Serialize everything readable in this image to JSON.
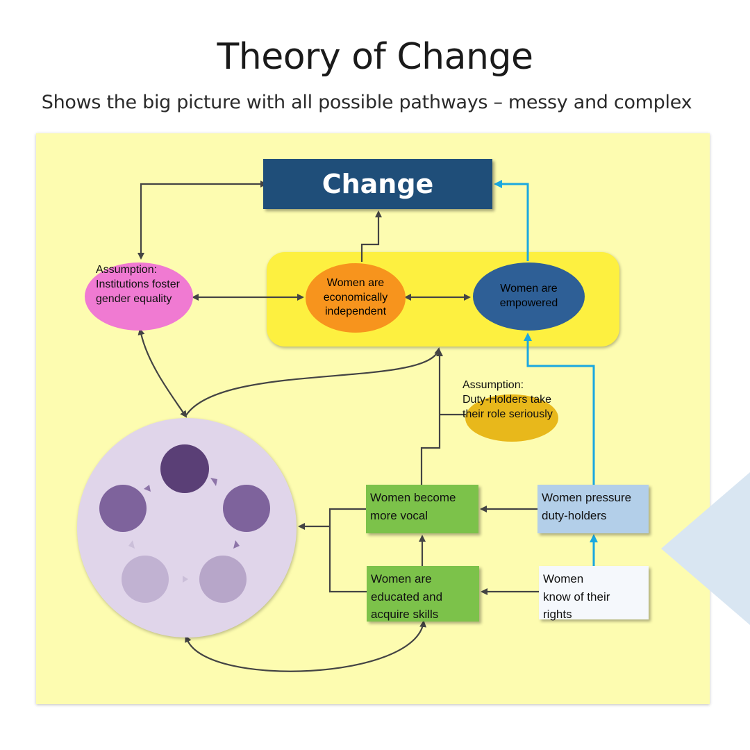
{
  "title": "Theory of Change",
  "subtitle": "Shows the big picture with all possible pathways – messy and complex",
  "nodes": {
    "change": "Change",
    "assumption_institutions": [
      "Assumption:",
      "Institutions foster",
      "gender equality"
    ],
    "economically_independent": [
      "Women are",
      "economically",
      "independent"
    ],
    "empowered": [
      "Women are",
      "empowered"
    ],
    "assumption_duty": [
      "Assumption:",
      "Duty-Holders take",
      "their role seriously"
    ],
    "become_vocal": [
      "Women become",
      "more vocal"
    ],
    "educated": [
      "Women are",
      "educated and",
      "acquire skills"
    ],
    "pressure": [
      "Women pressure",
      "duty-holders"
    ],
    "rights": [
      "Women",
      "know of their",
      "rights"
    ]
  },
  "colors": {
    "board": "#fdfcb0",
    "change_box": "#1f4e79",
    "yellow_panel": "#fdf040",
    "assumption_pink": "#f07ad2",
    "orange": "#f7941d",
    "blue_dark": "#2e5f96",
    "gold": "#e8b81b",
    "green": "#7cc24a",
    "light_blue": "#b3cfe9",
    "cyan_arrow": "#1aa8e0",
    "circle_lilac": "#e0d5ea"
  }
}
